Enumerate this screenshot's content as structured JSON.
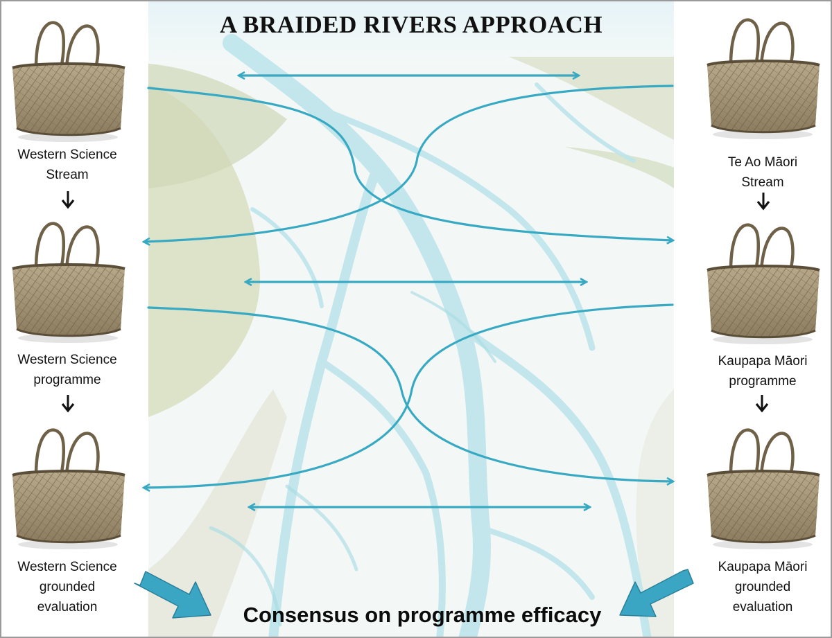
{
  "title": "A BRAIDED RIVERS APPROACH",
  "conclusion": "Consensus on programme efficacy",
  "colors": {
    "river": "#38a9c2",
    "arrow_fill": "#3aa6c4",
    "arrow_stroke": "#2a7f98",
    "text": "#111111",
    "frame": "#9a9a9a"
  },
  "left_stream": {
    "stages": [
      {
        "lines": [
          "Western Science",
          "Stream"
        ]
      },
      {
        "lines": [
          "Western Science",
          "programme"
        ]
      },
      {
        "lines": [
          "Western Science",
          "grounded",
          "evaluation"
        ]
      }
    ]
  },
  "right_stream": {
    "stages": [
      {
        "lines": [
          "Te Ao Māori",
          "Stream"
        ]
      },
      {
        "lines": [
          "Kaupapa Māori",
          "programme"
        ]
      },
      {
        "lines": [
          "Kaupapa Māori",
          "grounded",
          "evaluation"
        ]
      }
    ]
  },
  "icons": {
    "stage_image": "woven-flax-basket-icon",
    "flow_arrow": "arrow-down-icon",
    "exchange": "double-headed-arrow-icon",
    "merge": "block-arrow-icon"
  }
}
